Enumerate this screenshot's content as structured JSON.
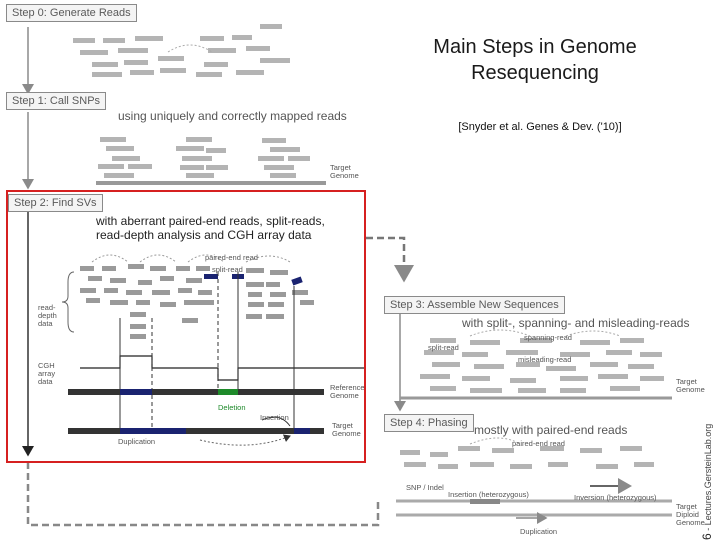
{
  "title": {
    "line1": "Main Steps in Genome",
    "line2": "Resequencing"
  },
  "citation": "[Snyder et al. Genes & Dev. ('10)]",
  "side_label": {
    "number": "6",
    "text": "Lectures.GersteinLab.org"
  },
  "steps": {
    "step0": "Step 0: Generate Reads",
    "step1": "Step 1: Call SNPs",
    "step2": "Step 2: Find SVs",
    "step3": "Step 3: Assemble New Sequences",
    "step4": "Step 4: Phasing"
  },
  "descriptions": {
    "step1": "using uniquely and correctly mapped reads",
    "step2_line1": "with aberrant paired-end reads, split-reads,",
    "step2_line2": "read-depth analysis and CGH array data",
    "step3": "with split-, spanning- and misleading-reads",
    "step4": "mostly with paired-end reads"
  },
  "labels": {
    "target_genome_1": "Target Genome",
    "paired_end_read": "paired-end read",
    "split_read": "split-read",
    "read_depth_data": "read-depth data",
    "cgh_array_data": "CGH array data",
    "reference_genome": "Reference Genome",
    "target_genome_2": "Target Genome",
    "deletion": "Deletion",
    "insertion": "Insertion",
    "duplication": "Duplication",
    "s3_split_read": "split-read",
    "s3_spanning_read": "spanning-read",
    "s3_misleading_read": "misleading-read",
    "s3_target_genome": "Target Genome",
    "s4_paired_end_read": "paired-end read",
    "s4_snp_indel": "SNP / Indel",
    "s4_insertion": "Insertion (heterozygous)",
    "s4_inversion": "Inversion (heterozygous)",
    "s4_target_diploid": "Target Diploid Genome",
    "s4_duplication": "Duplication"
  },
  "colors": {
    "red_frame": "#d62020",
    "deletion_green": "#1e8a2a",
    "navy": "#1a2370",
    "read_gray": "#b4b4b4"
  }
}
